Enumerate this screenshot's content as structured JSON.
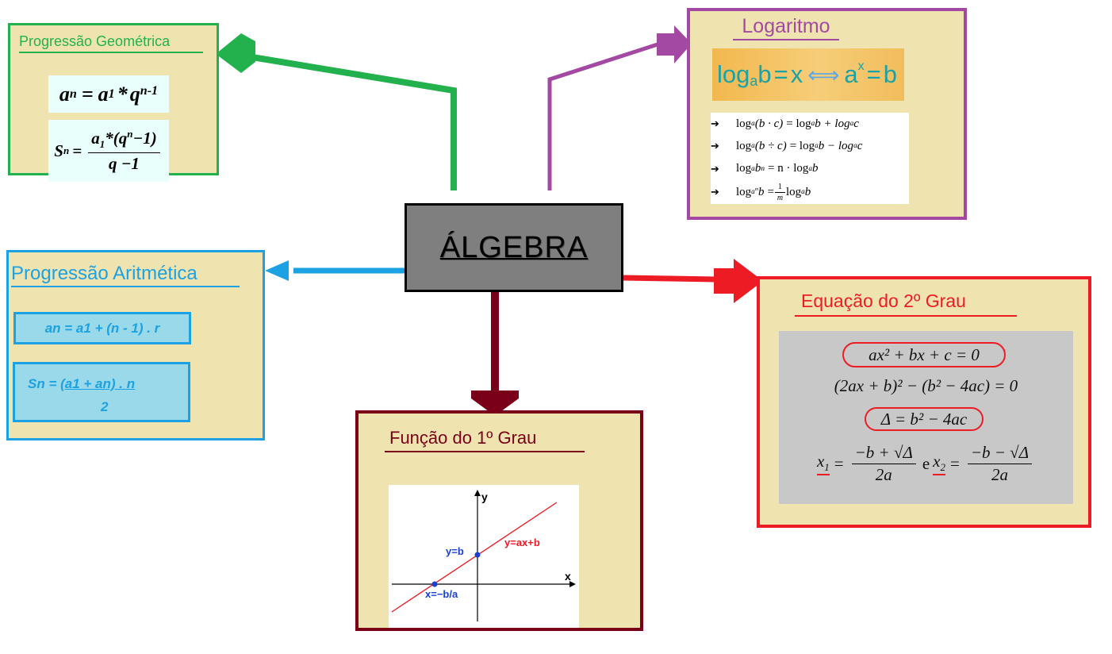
{
  "center": {
    "title": "ÁLGEBRA"
  },
  "colors": {
    "pg": "#22b14c",
    "pa": "#1ca1e2",
    "log": "#a349a4",
    "eq2": "#ed1c24",
    "func": "#7a0019",
    "box_bg": "#efe4b0",
    "center_bg": "#7f7f7f"
  },
  "pg": {
    "title": "Progressão Geométrica",
    "an_lhs": "a",
    "an_sub": "n",
    "eq": "=",
    "a1": "a",
    "one": "1",
    "times": "*",
    "q": "q",
    "exp": "n-1",
    "sn_lhs": "S",
    "sn_sub": "n",
    "sn_num_a": "a",
    "sn_num_1": "1",
    "sn_num_rest": "*(q",
    "sn_num_n": "n",
    "sn_num_end": "−1)",
    "sn_den": "q −1"
  },
  "log": {
    "title": "Logaritmo",
    "banner_log": "log",
    "banner_a": "a",
    "banner_b": "b",
    "banner_eq1": "=",
    "banner_x": "x",
    "banner_iff": "⟺",
    "banner_base": "a",
    "banner_exp": "x",
    "banner_eq2": "=",
    "banner_rhs": "b",
    "arrow": "➔",
    "rules": [
      {
        "lhs": "log",
        "lhs_sub": "a",
        "lhs_arg": "(b · c)",
        "rhs": "= log",
        "rhs_sub": "a",
        "rhs_arg": " b + log",
        "rhs_sub2": "a",
        "rhs_end": " c"
      },
      {
        "lhs": "log",
        "lhs_sub": "a",
        "lhs_arg": "(b ÷ c)",
        "rhs": "= log",
        "rhs_sub": "a",
        "rhs_arg": " b − log",
        "rhs_sub2": "a",
        "rhs_end": " c"
      },
      {
        "lhs": "log",
        "lhs_sub": "a",
        "lhs_arg": " b",
        "lhs_sup": "n",
        "rhs": "= n · log",
        "rhs_sub": "a",
        "rhs_arg": " b"
      },
      {
        "lhs": "log",
        "lhs_sub": "a",
        "lhs_sup_sub": "m",
        "lhs_arg": " b",
        "rhs": "= ",
        "frac_num": "1",
        "frac_den": "m",
        "rhs_log": " log",
        "rhs_sub": "a",
        "rhs_arg": " b"
      }
    ]
  },
  "pa": {
    "title": "Progressão Aritmética",
    "formula1": "an = a1 + (n - 1) . r",
    "sn_lhs": "Sn = ",
    "sn_num": "(a1 + an) . n",
    "sn_den": "2"
  },
  "eq2": {
    "title": "Equação do 2º Grau",
    "line1": "ax² + bx + c = 0",
    "line2": "(2ax + b)² − (b² − 4ac) = 0",
    "line3": "Δ = b² − 4ac",
    "x1": "x",
    "x1_sub": "1",
    "eq": "=",
    "num1": "−b + √Δ",
    "den": "2a",
    "conj": "e",
    "x2": "x",
    "x2_sub": "2",
    "num2": "−b − √Δ"
  },
  "func": {
    "title": "Função do 1º Grau",
    "axis_y": "y",
    "axis_x": "x",
    "label_line": "y=ax+b",
    "label_b": "y=b",
    "label_root": "x=−b/a"
  }
}
